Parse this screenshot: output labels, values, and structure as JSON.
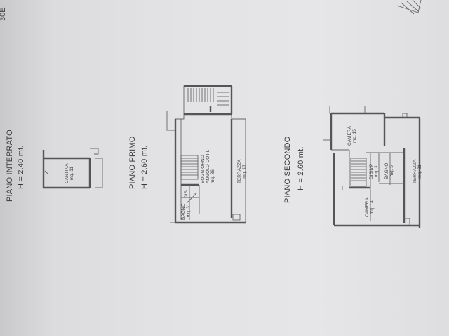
{
  "corner_text": "30E",
  "floors": [
    {
      "id": "interrato",
      "title": "PIANO INTERRATO",
      "height": "H = 2.40 mt.",
      "rooms": [
        {
          "name": "CANTINA",
          "area": "mq. 11"
        }
      ]
    },
    {
      "id": "primo",
      "title": "PIANO PRIMO",
      "height": "H = 2.60 mt.",
      "rooms": [
        {
          "name": "SOGGIORNO",
          "name2": "ANGOLO COTT.",
          "area": "mq. 36"
        },
        {
          "name": "TERRAZZA",
          "area": "mq. 17"
        },
        {
          "name": "BAGNO",
          "area": "mq. 3"
        },
        {
          "name": "DIS.",
          "area": ""
        }
      ]
    },
    {
      "id": "secondo",
      "title": "PIANO SECONDO",
      "height": "H = 2.60 mt.",
      "rooms": [
        {
          "name": "CAMERA",
          "area": "mq. 15"
        },
        {
          "name": "CAMERA",
          "area": "mq. 14"
        },
        {
          "name": "DISIMP",
          "area": "mq. 3"
        },
        {
          "name": "BAGNO",
          "area": "mq. 5"
        },
        {
          "name": "TERRAZZA",
          "area": "mq. 21"
        }
      ]
    }
  ]
}
